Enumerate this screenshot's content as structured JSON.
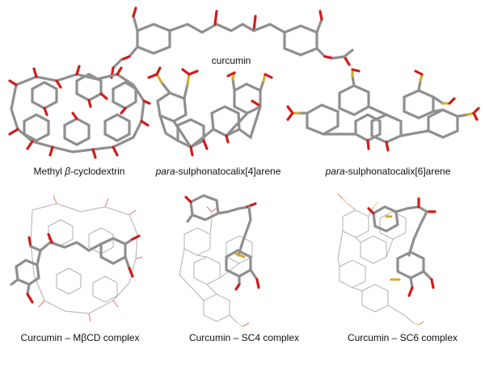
{
  "figure": {
    "labels": {
      "curcumin": "curcumin",
      "mbcd": "Methyl β-cyclodextrin",
      "mbcd_prefix": "Methyl ",
      "mbcd_greek": "β",
      "mbcd_suffix": "-cyclodextrin",
      "sc4_italic": "para",
      "sc4_rest": "-sulphonatocalix[4]arene",
      "sc6_italic": "para",
      "sc6_rest": "-sulphonatocalix[6]arene",
      "complex_mbcd": "Curcumin – MβCD complex",
      "complex_sc4": "Curcumin – SC4 complex",
      "complex_sc6": "Curcumin – SC6 complex"
    },
    "colors": {
      "carbon": "#8f8f8f",
      "oxygen": "#d21b1b",
      "sulfur": "#d4a92a"
    }
  }
}
